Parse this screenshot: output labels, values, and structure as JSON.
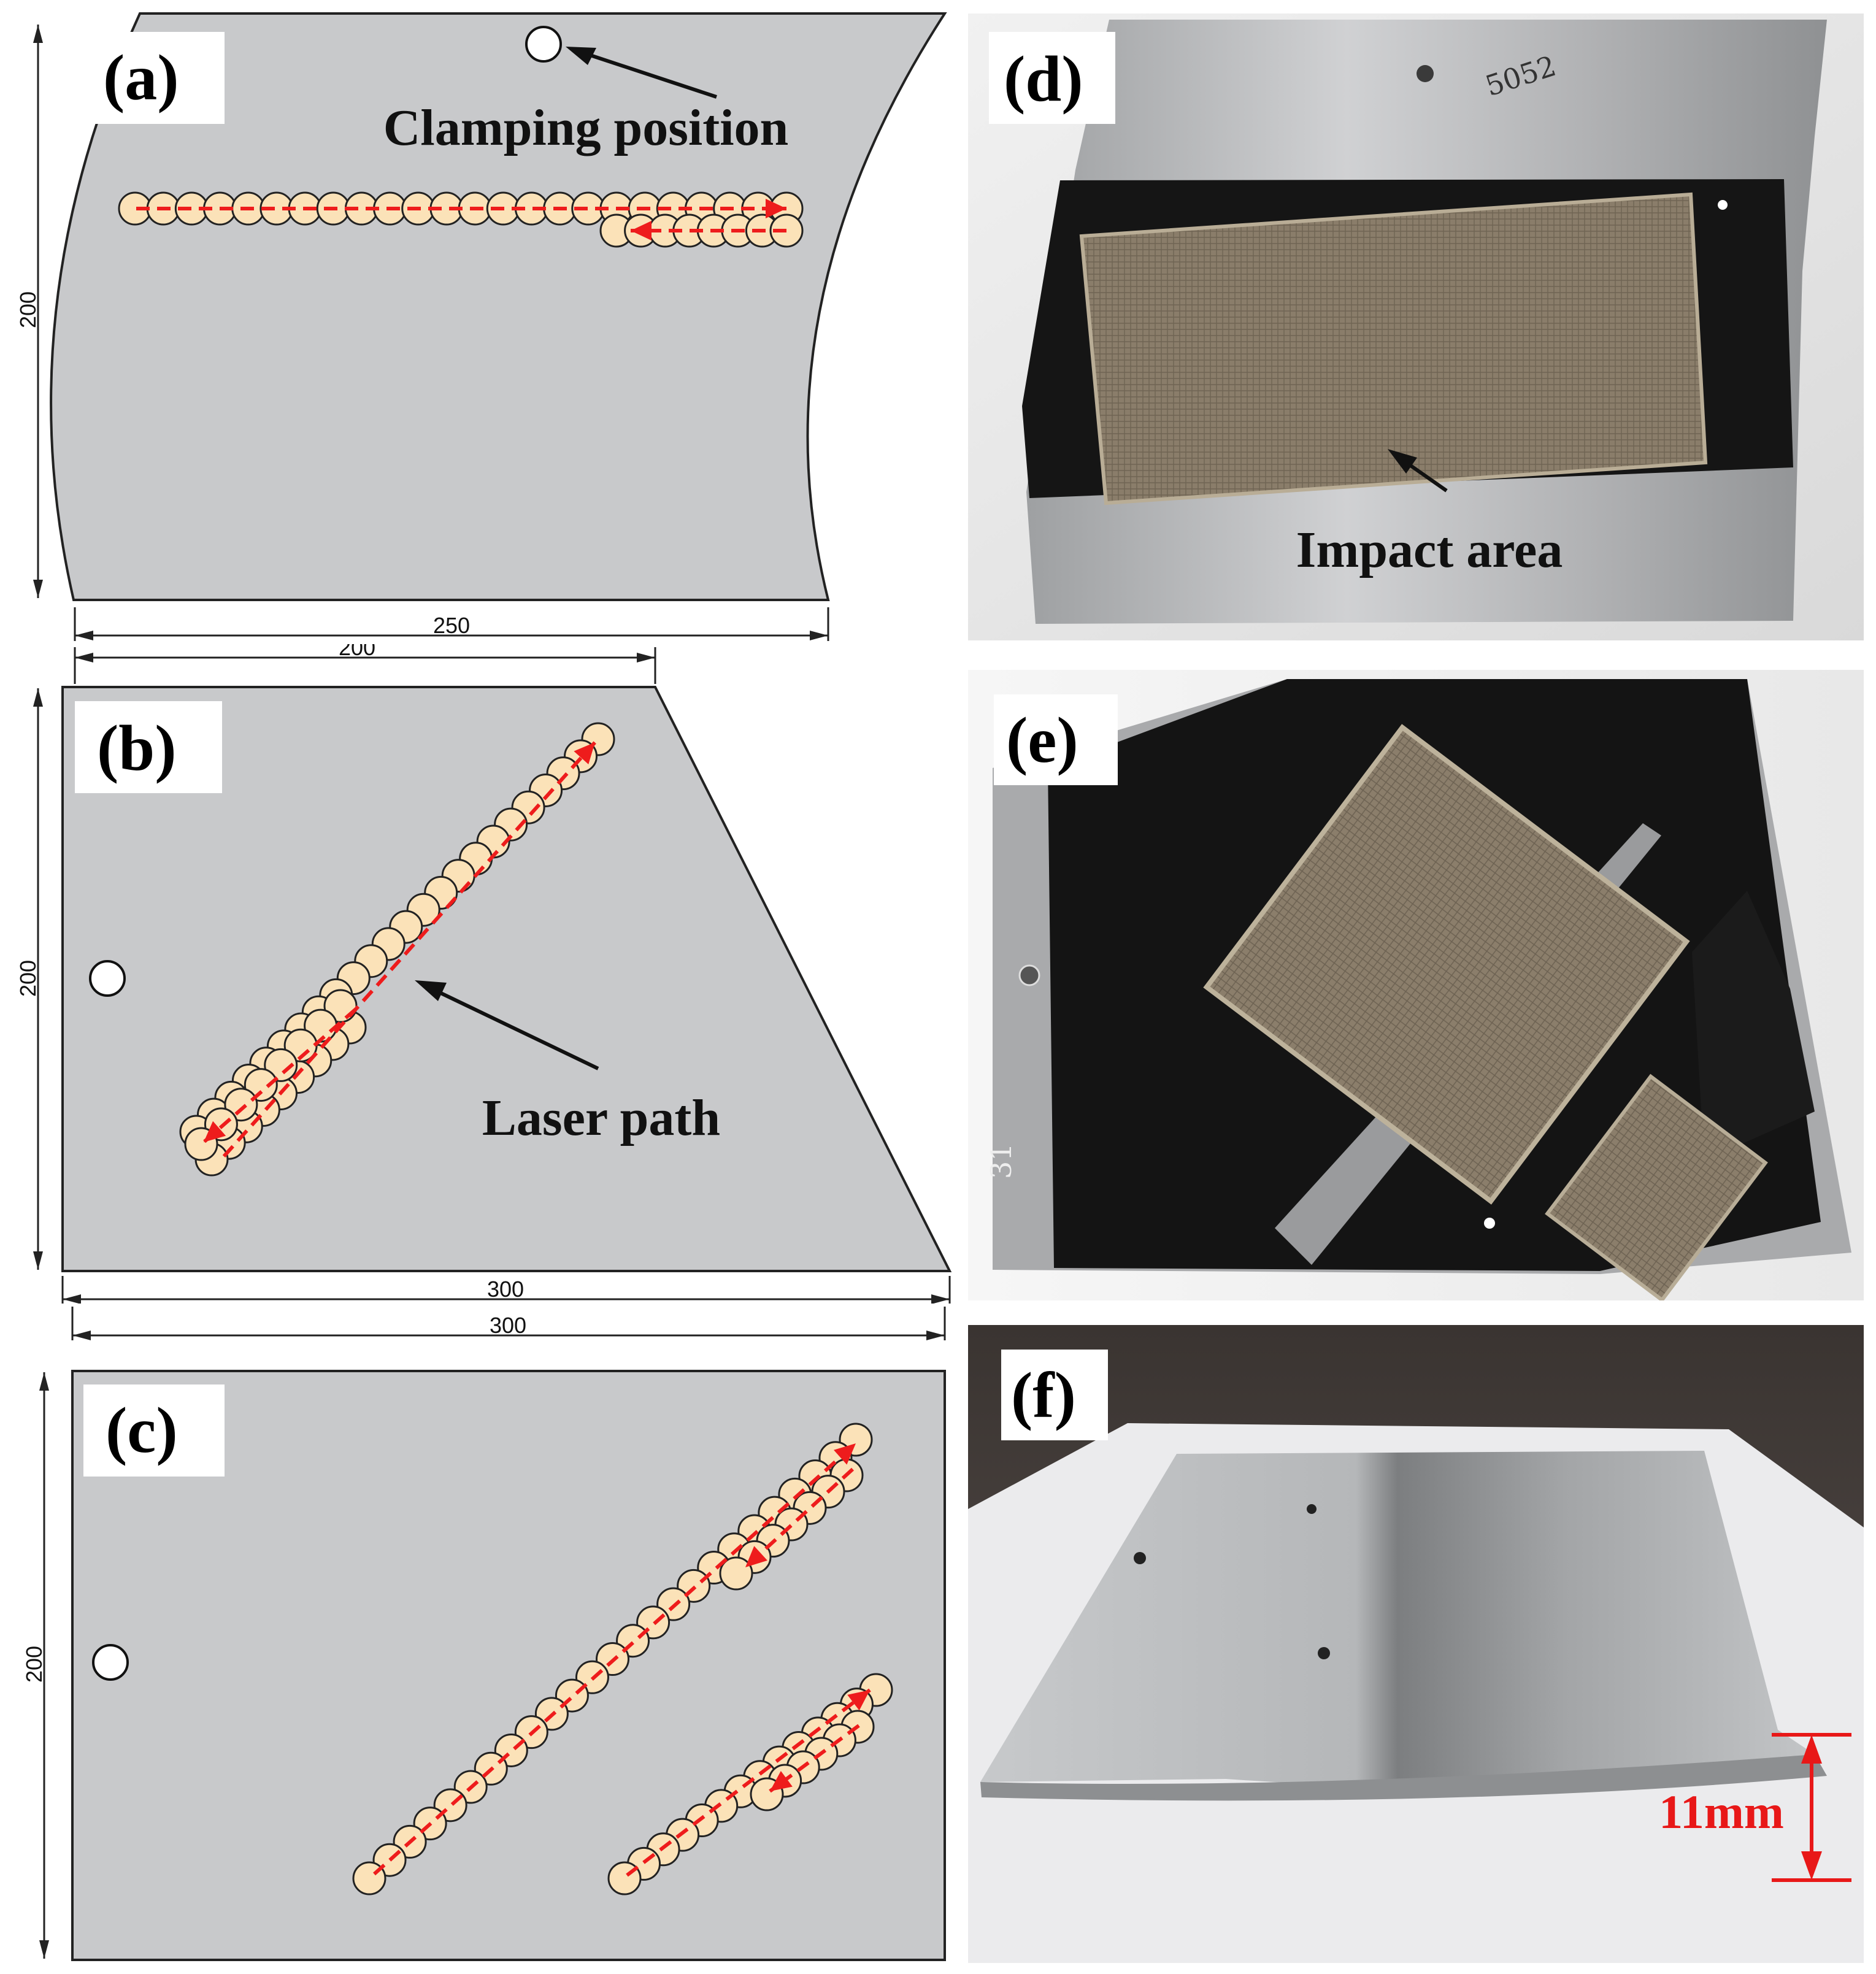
{
  "panels": {
    "a": {
      "label": "(a)",
      "dims": {
        "width": "250",
        "height": "200"
      },
      "annotation": "Clamping position"
    },
    "b": {
      "label": "(b)",
      "dims": {
        "top": "200",
        "bottom": "300",
        "height": "200"
      },
      "annotation": "Laser path"
    },
    "c": {
      "label": "(c)",
      "dims": {
        "width": "300",
        "height": "200"
      }
    },
    "d": {
      "label": "(d)",
      "annotation": "Impact area",
      "handwriting": "5052"
    },
    "e": {
      "label": "(e)",
      "handwriting": "31"
    },
    "f": {
      "label": "(f)",
      "measurement": "11mm"
    }
  },
  "colors": {
    "plate": "#c8c9cb",
    "spot_fill": "#fbe2b8",
    "laser_arrow": "#ee1c1c",
    "measure": "#e81818",
    "impact_texture": "#8a7d6a",
    "black_film": "#141414",
    "metal": "#b8b9bb"
  }
}
